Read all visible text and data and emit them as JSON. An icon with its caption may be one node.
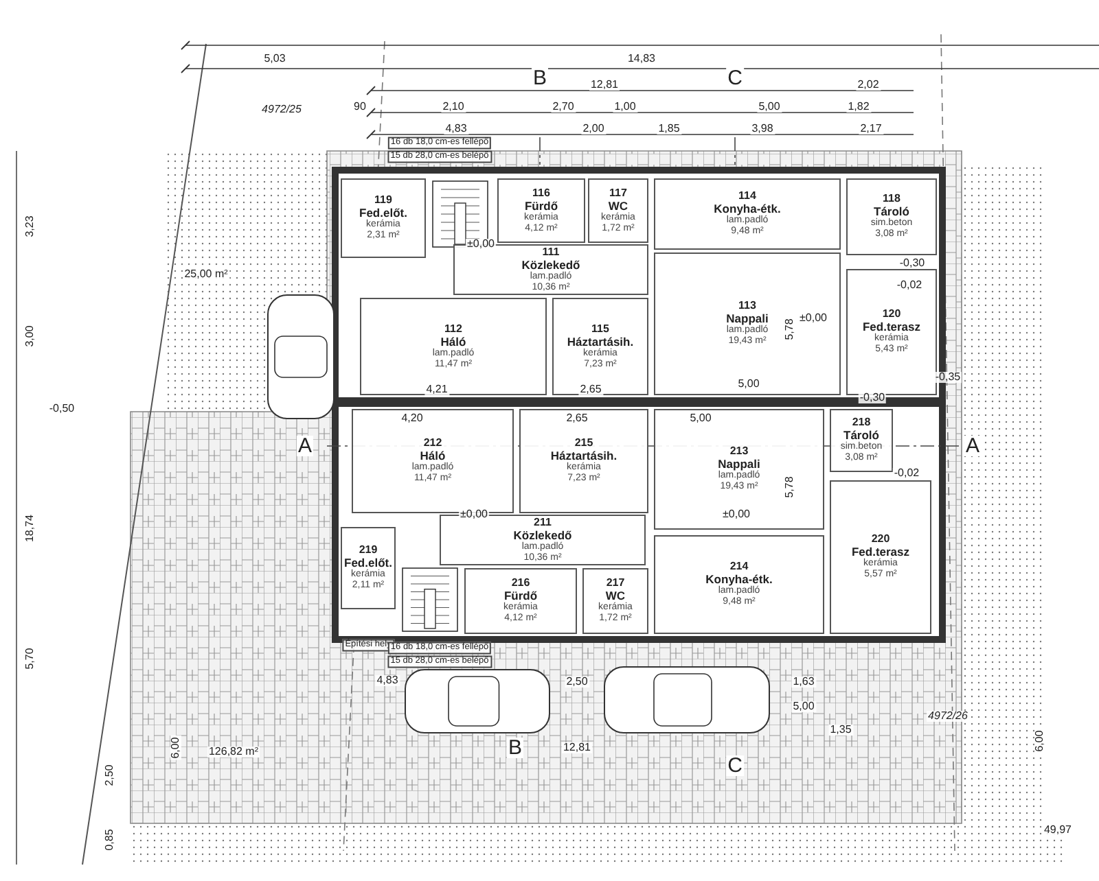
{
  "diagram": {
    "nodes": [
      {
        "text": [
          "119",
          "Fed.előt.",
          "kerámia",
          "2,31 m²"
        ]
      },
      {
        "text": [
          "116",
          "Fürdő",
          "kerámia",
          "4,12 m²"
        ]
      },
      {
        "text": [
          "117",
          "WC",
          "kerámia",
          "1,72 m²"
        ]
      },
      {
        "text": [
          "114",
          "Konyha-étk.",
          "lam.padló",
          "9,48 m²"
        ]
      },
      {
        "text": [
          "118",
          "Tároló",
          "sim.beton",
          "3,08 m²"
        ]
      },
      {
        "text": [
          "111",
          "Közlekedő",
          "lam.padló",
          "10,36 m²"
        ]
      },
      {
        "text": [
          "113",
          "Nappali",
          "lam.padló",
          "19,43 m²"
        ]
      },
      {
        "text": [
          "112",
          "Háló",
          "lam.padló",
          "11,47 m²"
        ]
      },
      {
        "text": [
          "115",
          "Háztartásih.",
          "kerámia",
          "7,23 m²"
        ]
      },
      {
        "text": [
          "120",
          "Fed.terasz",
          "kerámia",
          "5,43 m²"
        ]
      },
      {
        "text": [
          "212",
          "Háló",
          "lam.padló",
          "11,47 m²"
        ]
      },
      {
        "text": [
          "215",
          "Háztartásih.",
          "kerámia",
          "7,23 m²"
        ]
      },
      {
        "text": [
          "218",
          "Tároló",
          "sim.beton",
          "3,08 m²"
        ]
      },
      {
        "text": [
          "213",
          "Nappali",
          "lam.padló",
          "19,43 m²"
        ]
      },
      {
        "text": [
          "211",
          "Közlekedő",
          "lam.padló",
          "10,36 m²"
        ]
      },
      {
        "text": [
          "219",
          "Fed.előt.",
          "kerámia",
          "2,11 m²"
        ]
      },
      {
        "text": [
          "220",
          "Fed.terasz",
          "kerámia",
          "5,57 m²"
        ]
      },
      {
        "text": [
          "216",
          "Fürdő",
          "kerámia",
          "4,12 m²"
        ]
      },
      {
        "text": [
          "217",
          "WC",
          "kerámia",
          "1,72 m²"
        ]
      },
      {
        "text": [
          "214",
          "Konyha-étk.",
          "lam.padló",
          "9,48 m²"
        ]
      }
    ],
    "labels": [
      "5,03",
      "14,83",
      "B",
      "C",
      "12,81",
      "2,02",
      "4972/25",
      "90",
      "2,10",
      "2,70",
      "1,00",
      "5,00",
      "1,82",
      "4,83",
      "2,00",
      "1,85",
      "3,98",
      "2,17",
      "16 db 18,0 cm-es fellépő",
      "15 db 28,0 cm-es belépő",
      "3,23",
      "25,00 m²",
      "3,00",
      "-0,50",
      "A",
      "A",
      "18,74",
      "4,21",
      "2,65",
      "5,00",
      "5,78",
      "4,20",
      "2,65",
      "5,00",
      "5,78",
      "±0,00",
      "±0,00",
      "±0,00",
      "±0,00",
      "-0,30",
      "-0,02",
      "-0,35",
      "-0,02",
      "-0,30",
      "5,70",
      "Építési hely",
      "16 db 18,0 cm-es fellépő",
      "15 db 28,0 cm-es belépő",
      "4,83",
      "2,50",
      "1,63",
      "12,81",
      "5,00",
      "1,35",
      "B",
      "C",
      "126,82 m²",
      "6,00",
      "4972/26",
      "6,00",
      "2,50",
      "0,85",
      "49,97"
    ]
  }
}
